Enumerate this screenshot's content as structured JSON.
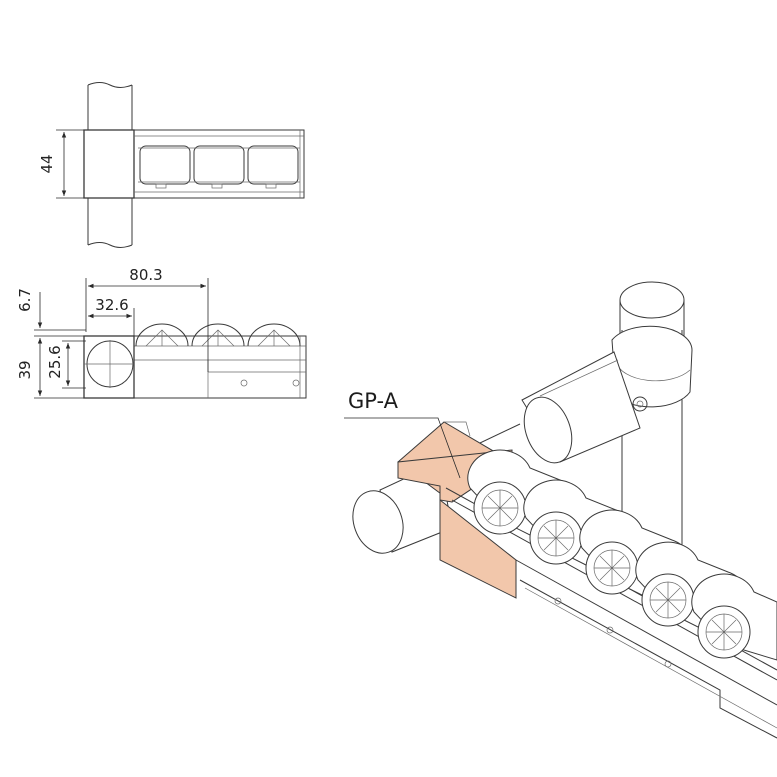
{
  "colors": {
    "line": "#3a3a3a",
    "bracket_fill": "#f2c7ab",
    "background": "#ffffff"
  },
  "top_view": {
    "dim_height": "44"
  },
  "side_view": {
    "dim_total_width": "80.3",
    "dim_inner_width": "32.6",
    "dim_top_offset": "6.7",
    "dim_height": "39",
    "dim_inner_height": "25.6"
  },
  "iso_view": {
    "callout_label": "GP-A"
  }
}
